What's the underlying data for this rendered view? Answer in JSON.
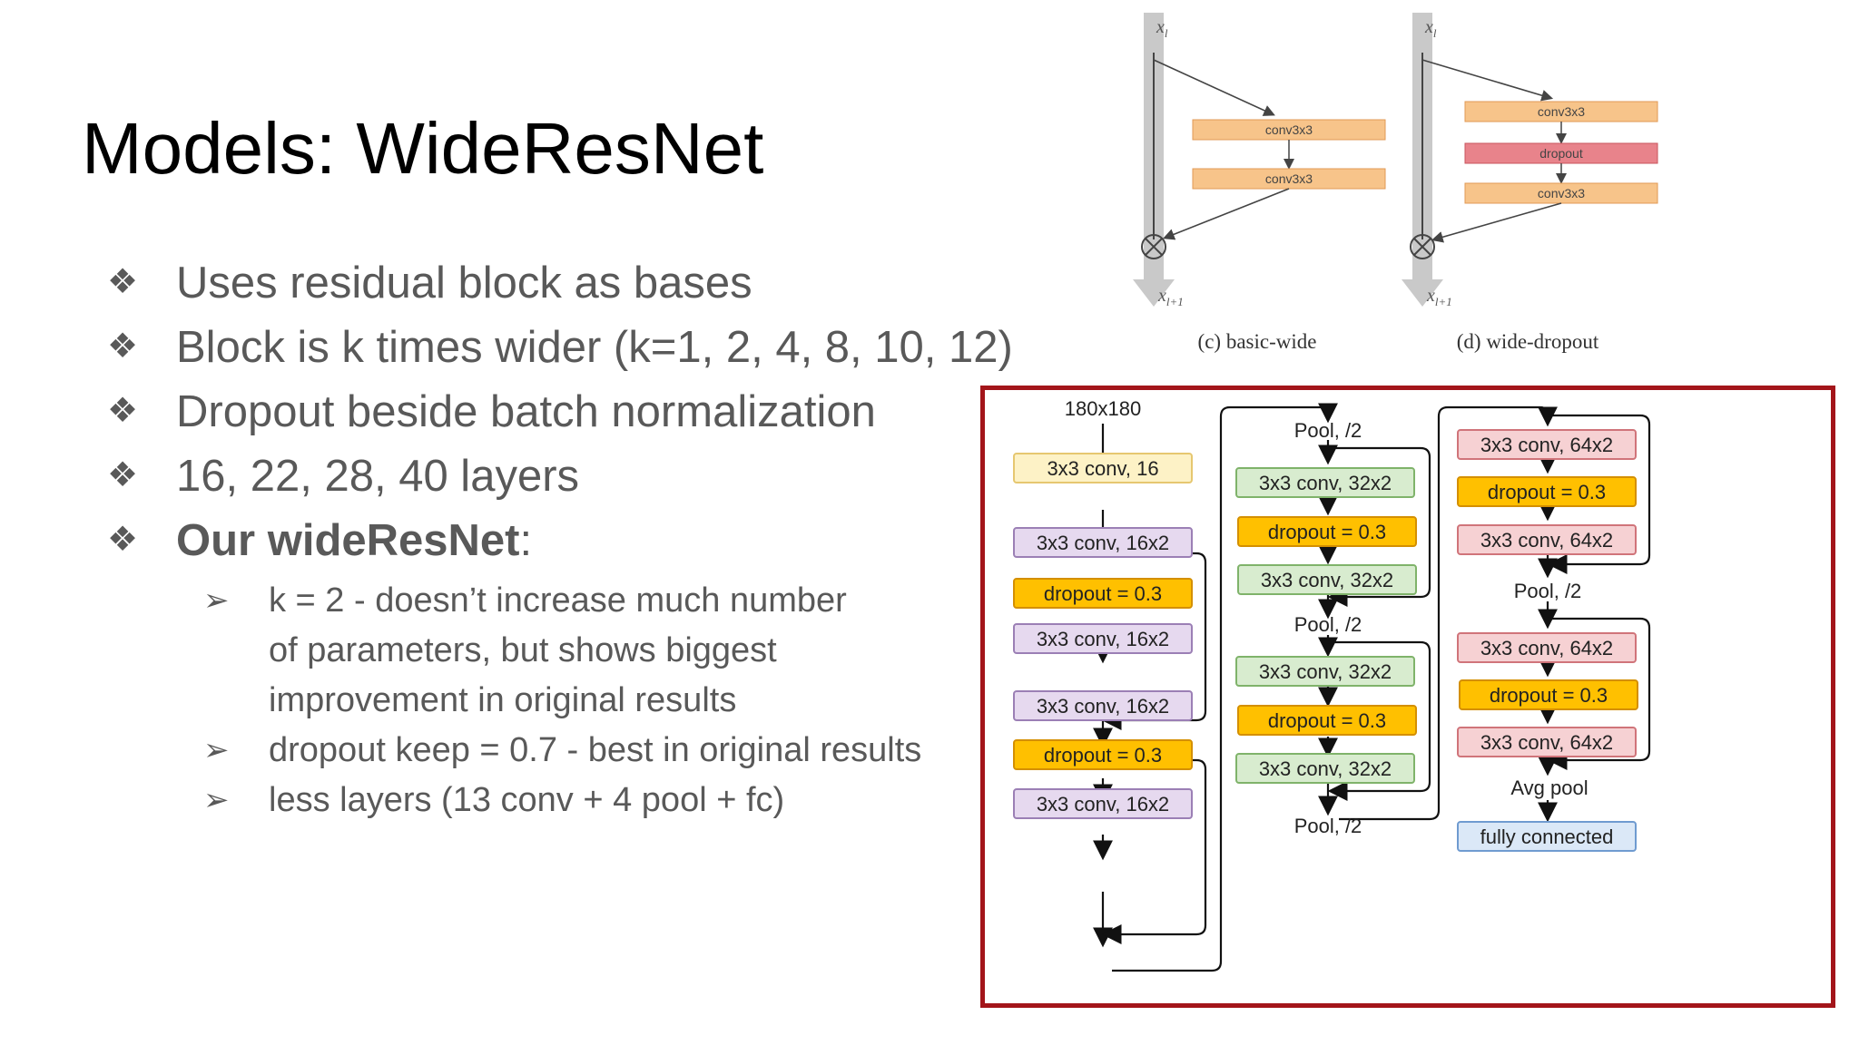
{
  "slide": {
    "title": "Models: WideResNet",
    "bullets": [
      {
        "marker": "❖",
        "text": "Uses residual block as bases"
      },
      {
        "marker": "❖",
        "text": "Block is k times wider (k=1, 2, 4, 8, 10, 12)"
      },
      {
        "marker": "❖",
        "text": "Dropout beside batch normalization"
      },
      {
        "marker": "❖",
        "text": "16, 22, 28, 40 layers"
      },
      {
        "marker": "❖",
        "bold": "Our wideResNet",
        "rest": ":"
      }
    ],
    "sub_bullets": [
      {
        "marker": "➢",
        "lines": [
          "k = 2 - doesn’t increase much number",
          "of parameters, but shows biggest",
          "improvement in original results"
        ]
      },
      {
        "marker": "➢",
        "lines": [
          "dropout keep = 0.7 - best in original results"
        ]
      },
      {
        "marker": "➢",
        "lines": [
          "less layers (13 conv + 4 pool + fc)"
        ]
      }
    ]
  },
  "paper_figure": {
    "panels": [
      {
        "caption": "(c)  basic-wide",
        "input_label": "x",
        "input_sub": "l",
        "output_label": "x",
        "output_sub": "l+1",
        "layers": [
          "conv3x3",
          "conv3x3"
        ]
      },
      {
        "caption": "(d)  wide-dropout",
        "input_label": "x",
        "input_sub": "l",
        "output_label": "x",
        "output_sub": "l+1",
        "layers": [
          "conv3x3",
          "dropout",
          "conv3x3"
        ]
      }
    ],
    "colors": {
      "conv": "#f7c48a",
      "dropout": "#e8838b",
      "arrow_band": "#c9c9c9"
    }
  },
  "architecture": {
    "colors": {
      "input_conv": "#fdf2c6",
      "input_conv_border": "#e6c770",
      "purple": "#e6d9ef",
      "purple_border": "#9b7fb5",
      "dropout": "#ffc000",
      "dropout_border": "#d48f00",
      "green": "#d8eccf",
      "green_border": "#7fb36a",
      "red": "#f6d1d3",
      "red_border": "#d0747a",
      "fc": "#dbe8f7",
      "fc_border": "#6f9bd0",
      "frame": "#a3151a"
    },
    "input_label": "180x180",
    "col1": [
      "3x3 conv, 16",
      "3x3 conv, 16x2",
      "dropout = 0.3",
      "3x3 conv, 16x2",
      "3x3 conv, 16x2",
      "dropout = 0.3",
      "3x3 conv, 16x2"
    ],
    "col2": [
      "3x3 conv, 32x2",
      "dropout = 0.3",
      "3x3 conv, 32x2",
      "3x3 conv, 32x2",
      "dropout = 0.3",
      "3x3 conv, 32x2"
    ],
    "col2_pool": [
      "Pool, /2",
      "Pool, /2",
      "Pool, /2"
    ],
    "col3": [
      "3x3 conv, 64x2",
      "dropout = 0.3",
      "3x3 conv, 64x2",
      "3x3 conv, 64x2",
      "dropout = 0.3",
      "3x3 conv, 64x2",
      "fully connected"
    ],
    "col3_pool": "Pool, /2",
    "avg_pool": "Avg pool"
  }
}
